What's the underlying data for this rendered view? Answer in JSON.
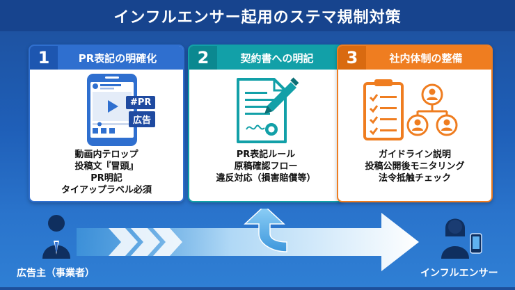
{
  "title": "インフルエンサー起用のステマ規制対策",
  "cards": [
    {
      "number": "1",
      "title": "PR表記の明確化",
      "badge_pr": "#PR",
      "badge_ad": "広告",
      "lines": [
        "動画内テロップ",
        "投稿文『冒頭』",
        "PR明記",
        "タイアップラベル必須"
      ],
      "color": "#2f6fcf"
    },
    {
      "number": "2",
      "title": "契約書への明記",
      "lines": [
        "PR表記ルール",
        "原稿確認フロー",
        "違反対応（損害賠償等）"
      ],
      "color": "#12a0a8"
    },
    {
      "number": "3",
      "title": "社内体制の整備",
      "lines": [
        "ガイドライン説明",
        "投稿公開後モニタリング",
        "法令抵触チェック"
      ],
      "color": "#ef7d20"
    }
  ],
  "left_person": {
    "label": "広告主（事業者）",
    "icon": "businessperson-icon"
  },
  "right_person": {
    "label": "インフルエンサー",
    "icon": "influencer-with-phone-icon"
  }
}
